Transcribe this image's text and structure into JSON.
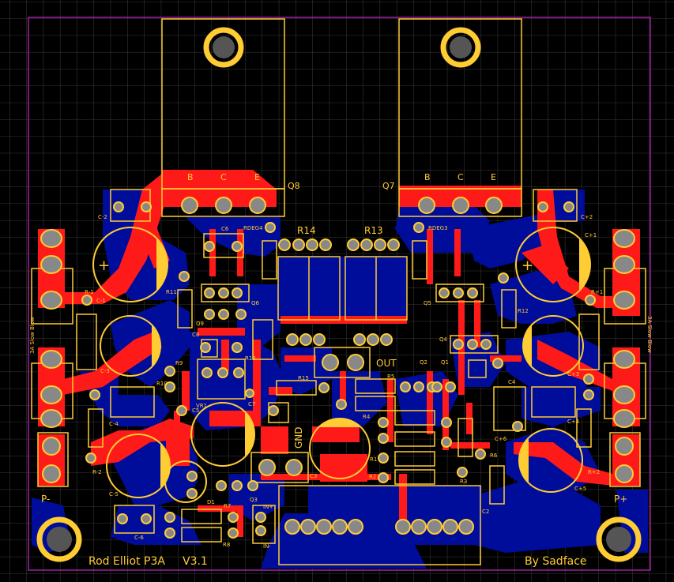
{
  "board": {
    "colors": {
      "background": "#000000",
      "grid": "#555555",
      "outline": "#a020a0",
      "silkscreen": "#ffcc33",
      "top_copper": "#ff1a1a",
      "bottom_copper": "#000c9a",
      "pad": "#888888"
    },
    "footer_left": "Rod Elliot P3A",
    "footer_version": "V3.1",
    "footer_right": "By Sadface"
  },
  "transistors": {
    "q8": "Q8",
    "q7": "Q7",
    "b": "B",
    "c": "C",
    "e": "E"
  },
  "labels": {
    "r14": "R14",
    "r13": "R13",
    "rdeg4": "RDEG4",
    "rdeg3": "RDEG3",
    "out": "OUT",
    "gnd": "GND",
    "p_minus": "P-",
    "p_plus": "P+",
    "in_plus": "IN+",
    "in_minus": "IN-",
    "fuse_left": "3A Slow Blow",
    "fuse_right": "3A Slow Blow"
  },
  "components": [
    "C-2",
    "C-1",
    "R-1",
    "C-3",
    "C-4",
    "C-5",
    "R-2",
    "C-6",
    "C+2",
    "C+1",
    "R+1",
    "C+3",
    "C+4",
    "C+5",
    "R+2",
    "C6",
    "R11",
    "Q6",
    "Q9",
    "C8",
    "R9",
    "R10",
    "R16",
    "VR1",
    "C5",
    "C7",
    "R15",
    "R5",
    "R4",
    "R1",
    "R2",
    "C3",
    "D1",
    "R7",
    "Q3",
    "R8",
    "Q5",
    "R12",
    "Q4",
    "C4",
    "Q2",
    "Q1",
    "C+6",
    "R6",
    "R3",
    "C2"
  ]
}
